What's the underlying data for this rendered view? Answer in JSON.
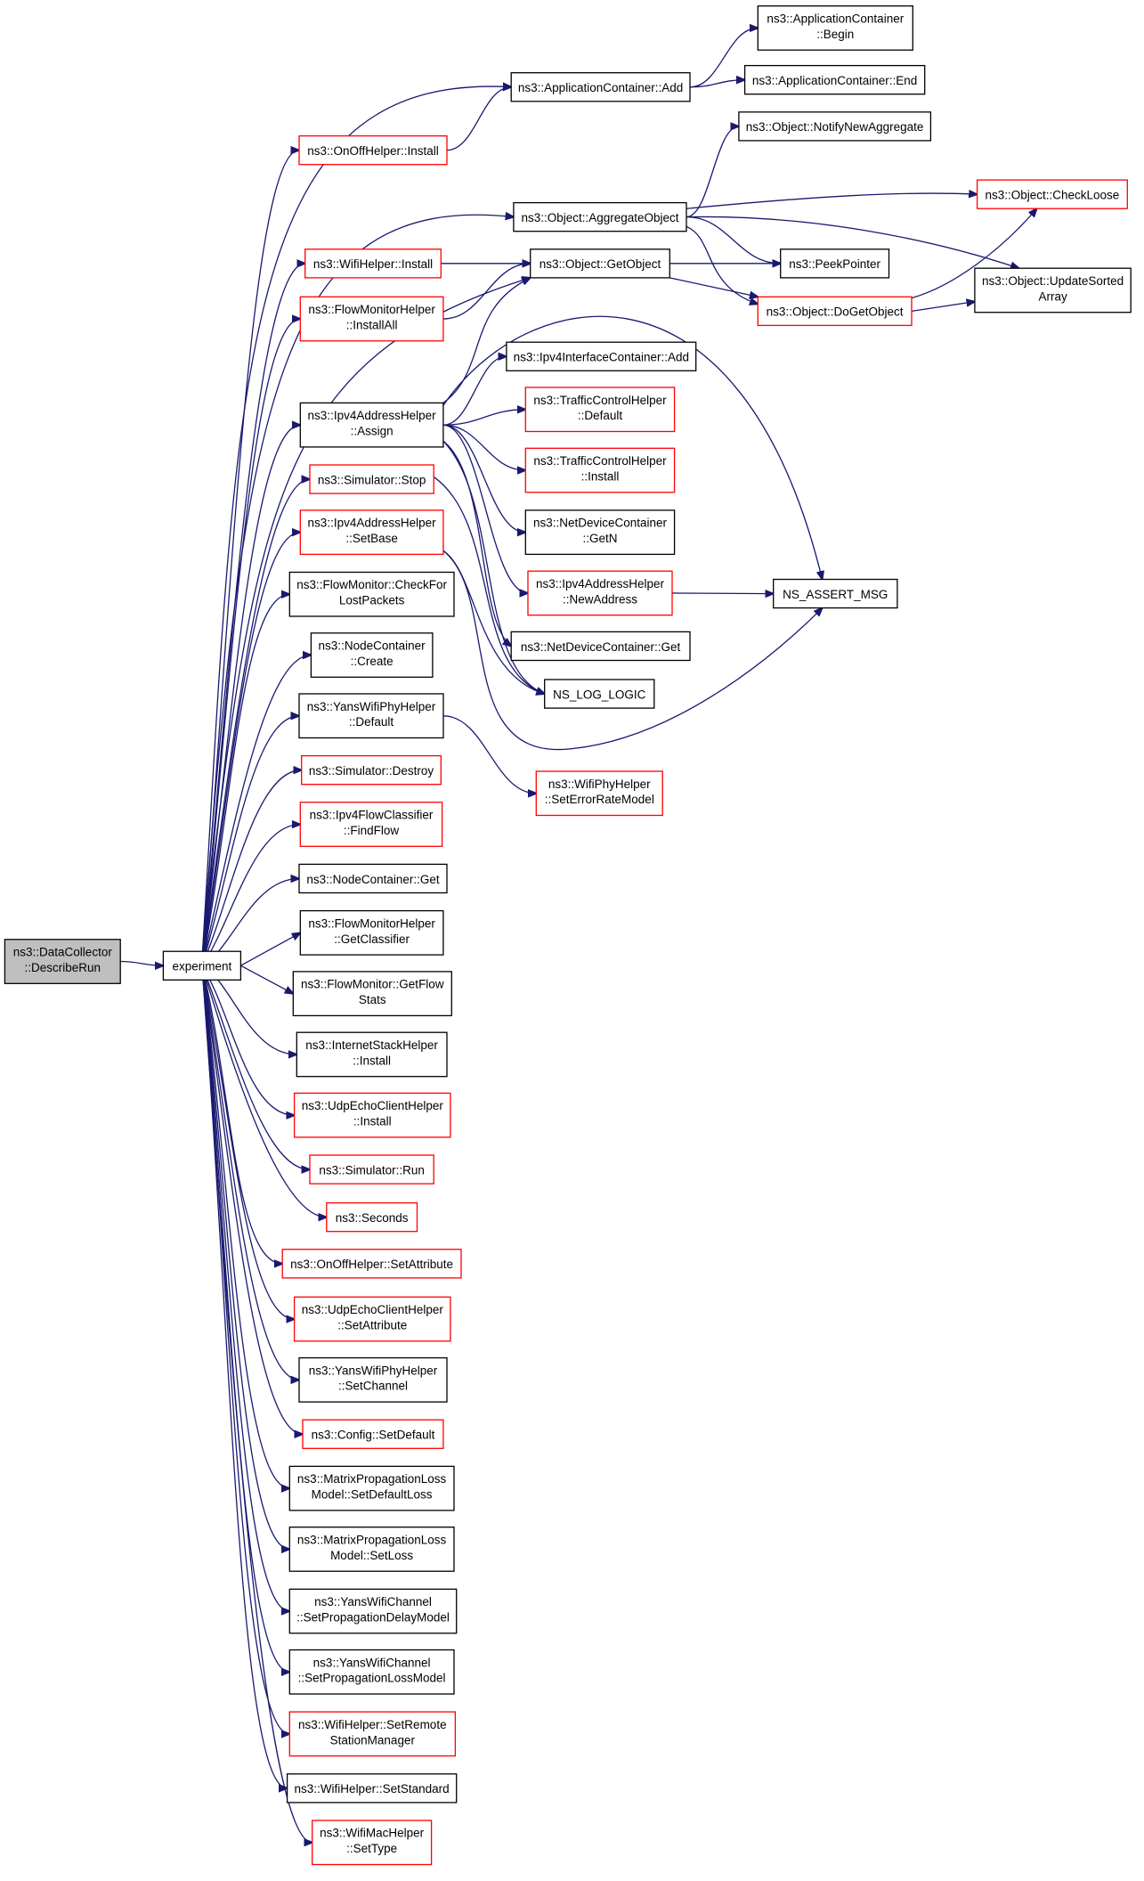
{
  "colors": {
    "edge": "#191970",
    "border_default": "#000000",
    "border_incomplete": "#ff0000",
    "fill_root": "#bfbfbf",
    "fill_default": "#ffffff"
  },
  "nodes": [
    {
      "id": "describe_run",
      "lines": [
        "ns3::DataCollector",
        "::DescribeRun"
      ],
      "style": "root"
    },
    {
      "id": "experiment",
      "lines": [
        "experiment"
      ],
      "style": "normal"
    },
    {
      "id": "app_add",
      "lines": [
        "ns3::ApplicationContainer::Add"
      ],
      "style": "normal"
    },
    {
      "id": "app_begin",
      "lines": [
        "ns3::ApplicationContainer",
        "::Begin"
      ],
      "style": "normal"
    },
    {
      "id": "app_end",
      "lines": [
        "ns3::ApplicationContainer::End"
      ],
      "style": "normal"
    },
    {
      "id": "onoff_install",
      "lines": [
        "ns3::OnOffHelper::Install"
      ],
      "style": "red"
    },
    {
      "id": "notify_new_aggregate",
      "lines": [
        "ns3::Object::NotifyNewAggregate"
      ],
      "style": "normal"
    },
    {
      "id": "aggregate_object",
      "lines": [
        "ns3::Object::AggregateObject"
      ],
      "style": "normal"
    },
    {
      "id": "check_loose",
      "lines": [
        "ns3::Object::CheckLoose"
      ],
      "style": "red"
    },
    {
      "id": "wifi_install",
      "lines": [
        "ns3::WifiHelper::Install"
      ],
      "style": "red"
    },
    {
      "id": "get_object",
      "lines": [
        "ns3::Object::GetObject"
      ],
      "style": "normal"
    },
    {
      "id": "peek_pointer",
      "lines": [
        "ns3::PeekPointer"
      ],
      "style": "normal"
    },
    {
      "id": "update_sorted",
      "lines": [
        "ns3::Object::UpdateSorted",
        "Array"
      ],
      "style": "normal"
    },
    {
      "id": "flowmon_installall",
      "lines": [
        "ns3::FlowMonitorHelper",
        "::InstallAll"
      ],
      "style": "red"
    },
    {
      "id": "do_get_object",
      "lines": [
        "ns3::Object::DoGetObject"
      ],
      "style": "red"
    },
    {
      "id": "ipv4if_add",
      "lines": [
        "ns3::Ipv4InterfaceContainer::Add"
      ],
      "style": "normal"
    },
    {
      "id": "ipv4addr_assign",
      "lines": [
        "ns3::Ipv4AddressHelper",
        "::Assign"
      ],
      "style": "normal"
    },
    {
      "id": "tc_default",
      "lines": [
        "ns3::TrafficControlHelper",
        "::Default"
      ],
      "style": "red"
    },
    {
      "id": "sim_stop",
      "lines": [
        "ns3::Simulator::Stop"
      ],
      "style": "red"
    },
    {
      "id": "tc_install",
      "lines": [
        "ns3::TrafficControlHelper",
        "::Install"
      ],
      "style": "red"
    },
    {
      "id": "ipv4addr_setbase",
      "lines": [
        "ns3::Ipv4AddressHelper",
        "::SetBase"
      ],
      "style": "red"
    },
    {
      "id": "netdev_getn",
      "lines": [
        "ns3::NetDeviceContainer",
        "::GetN"
      ],
      "style": "normal"
    },
    {
      "id": "ipv4addr_newaddress",
      "lines": [
        "ns3::Ipv4AddressHelper",
        "::NewAddress"
      ],
      "style": "red"
    },
    {
      "id": "ns_assert_msg",
      "lines": [
        "NS_ASSERT_MSG"
      ],
      "style": "normal"
    },
    {
      "id": "flowmon_checklost",
      "lines": [
        "ns3::FlowMonitor::CheckFor",
        "LostPackets"
      ],
      "style": "normal"
    },
    {
      "id": "netdev_get",
      "lines": [
        "ns3::NetDeviceContainer::Get"
      ],
      "style": "normal"
    },
    {
      "id": "node_create",
      "lines": [
        "ns3::NodeContainer",
        "::Create"
      ],
      "style": "normal"
    },
    {
      "id": "ns_log_logic",
      "lines": [
        "NS_LOG_LOGIC"
      ],
      "style": "normal"
    },
    {
      "id": "yans_phy_default",
      "lines": [
        "ns3::YansWifiPhyHelper",
        "::Default"
      ],
      "style": "normal"
    },
    {
      "id": "sim_destroy",
      "lines": [
        "ns3::Simulator::Destroy"
      ],
      "style": "red"
    },
    {
      "id": "wifiphy_seterror",
      "lines": [
        "ns3::WifiPhyHelper",
        "::SetErrorRateModel"
      ],
      "style": "red"
    },
    {
      "id": "ipv4flow_findflow",
      "lines": [
        "ns3::Ipv4FlowClassifier",
        "::FindFlow"
      ],
      "style": "red"
    },
    {
      "id": "node_get",
      "lines": [
        "ns3::NodeContainer::Get"
      ],
      "style": "normal"
    },
    {
      "id": "flowmonhelper_getclassifier",
      "lines": [
        "ns3::FlowMonitorHelper",
        "::GetClassifier"
      ],
      "style": "normal"
    },
    {
      "id": "flowmon_getstats",
      "lines": [
        "ns3::FlowMonitor::GetFlow",
        "Stats"
      ],
      "style": "normal"
    },
    {
      "id": "internetstack_install",
      "lines": [
        "ns3::InternetStackHelper",
        "::Install"
      ],
      "style": "normal"
    },
    {
      "id": "udpecho_install",
      "lines": [
        "ns3::UdpEchoClientHelper",
        "::Install"
      ],
      "style": "red"
    },
    {
      "id": "sim_run",
      "lines": [
        "ns3::Simulator::Run"
      ],
      "style": "red"
    },
    {
      "id": "seconds",
      "lines": [
        "ns3::Seconds"
      ],
      "style": "red"
    },
    {
      "id": "onoff_setattr",
      "lines": [
        "ns3::OnOffHelper::SetAttribute"
      ],
      "style": "red"
    },
    {
      "id": "udpecho_setattr",
      "lines": [
        "ns3::UdpEchoClientHelper",
        "::SetAttribute"
      ],
      "style": "red"
    },
    {
      "id": "yans_phy_setchannel",
      "lines": [
        "ns3::YansWifiPhyHelper",
        "::SetChannel"
      ],
      "style": "normal"
    },
    {
      "id": "config_setdefault",
      "lines": [
        "ns3::Config::SetDefault"
      ],
      "style": "red"
    },
    {
      "id": "matrix_setdefaultloss",
      "lines": [
        "ns3::MatrixPropagationLoss",
        "Model::SetDefaultLoss"
      ],
      "style": "normal"
    },
    {
      "id": "matrix_setloss",
      "lines": [
        "ns3::MatrixPropagationLoss",
        "Model::SetLoss"
      ],
      "style": "normal"
    },
    {
      "id": "yans_ch_setdelay",
      "lines": [
        "ns3::YansWifiChannel",
        "::SetPropagationDelayModel"
      ],
      "style": "normal"
    },
    {
      "id": "yans_ch_setloss",
      "lines": [
        "ns3::YansWifiChannel",
        "::SetPropagationLossModel"
      ],
      "style": "normal"
    },
    {
      "id": "wifi_setremote",
      "lines": [
        "ns3::WifiHelper::SetRemote",
        "StationManager"
      ],
      "style": "red"
    },
    {
      "id": "wifi_setstandard",
      "lines": [
        "ns3::WifiHelper::SetStandard"
      ],
      "style": "normal"
    },
    {
      "id": "wifimac_settype",
      "lines": [
        "ns3::WifiMacHelper",
        "::SetType"
      ],
      "style": "red"
    }
  ],
  "edges": [
    [
      "describe_run",
      "experiment"
    ],
    [
      "experiment",
      "app_add"
    ],
    [
      "experiment",
      "onoff_install"
    ],
    [
      "experiment",
      "aggregate_object"
    ],
    [
      "experiment",
      "wifi_install"
    ],
    [
      "experiment",
      "get_object"
    ],
    [
      "experiment",
      "flowmon_installall"
    ],
    [
      "experiment",
      "ipv4addr_assign"
    ],
    [
      "experiment",
      "sim_stop"
    ],
    [
      "experiment",
      "ipv4addr_setbase"
    ],
    [
      "experiment",
      "flowmon_checklost"
    ],
    [
      "experiment",
      "node_create"
    ],
    [
      "experiment",
      "yans_phy_default"
    ],
    [
      "experiment",
      "sim_destroy"
    ],
    [
      "experiment",
      "ipv4flow_findflow"
    ],
    [
      "experiment",
      "node_get"
    ],
    [
      "experiment",
      "flowmonhelper_getclassifier"
    ],
    [
      "experiment",
      "flowmon_getstats"
    ],
    [
      "experiment",
      "internetstack_install"
    ],
    [
      "experiment",
      "udpecho_install"
    ],
    [
      "experiment",
      "sim_run"
    ],
    [
      "experiment",
      "seconds"
    ],
    [
      "experiment",
      "onoff_setattr"
    ],
    [
      "experiment",
      "udpecho_setattr"
    ],
    [
      "experiment",
      "yans_phy_setchannel"
    ],
    [
      "experiment",
      "config_setdefault"
    ],
    [
      "experiment",
      "matrix_setdefaultloss"
    ],
    [
      "experiment",
      "matrix_setloss"
    ],
    [
      "experiment",
      "yans_ch_setdelay"
    ],
    [
      "experiment",
      "yans_ch_setloss"
    ],
    [
      "experiment",
      "wifi_setremote"
    ],
    [
      "experiment",
      "wifi_setstandard"
    ],
    [
      "experiment",
      "wifimac_settype"
    ],
    [
      "app_add",
      "app_begin"
    ],
    [
      "app_add",
      "app_end"
    ],
    [
      "onoff_install",
      "app_add"
    ],
    [
      "aggregate_object",
      "notify_new_aggregate"
    ],
    [
      "aggregate_object",
      "check_loose"
    ],
    [
      "aggregate_object",
      "peek_pointer"
    ],
    [
      "aggregate_object",
      "update_sorted"
    ],
    [
      "aggregate_object",
      "do_get_object"
    ],
    [
      "wifi_install",
      "get_object"
    ],
    [
      "flowmon_installall",
      "get_object"
    ],
    [
      "get_object",
      "peek_pointer"
    ],
    [
      "get_object",
      "do_get_object"
    ],
    [
      "do_get_object",
      "check_loose"
    ],
    [
      "do_get_object",
      "update_sorted"
    ],
    [
      "ipv4addr_assign",
      "get_object"
    ],
    [
      "ipv4addr_assign",
      "ipv4if_add"
    ],
    [
      "ipv4addr_assign",
      "tc_default"
    ],
    [
      "ipv4addr_assign",
      "tc_install"
    ],
    [
      "ipv4addr_assign",
      "netdev_getn"
    ],
    [
      "ipv4addr_assign",
      "ipv4addr_newaddress"
    ],
    [
      "ipv4addr_assign",
      "netdev_get"
    ],
    [
      "ipv4addr_assign",
      "ns_log_logic"
    ],
    [
      "ipv4addr_assign",
      "ns_assert_msg"
    ],
    [
      "ipv4addr_newaddress",
      "ns_assert_msg"
    ],
    [
      "sim_stop",
      "ns_log_logic"
    ],
    [
      "ipv4addr_setbase",
      "ns_log_logic"
    ],
    [
      "ipv4addr_setbase",
      "ns_assert_msg"
    ],
    [
      "yans_phy_default",
      "wifiphy_seterror"
    ]
  ]
}
